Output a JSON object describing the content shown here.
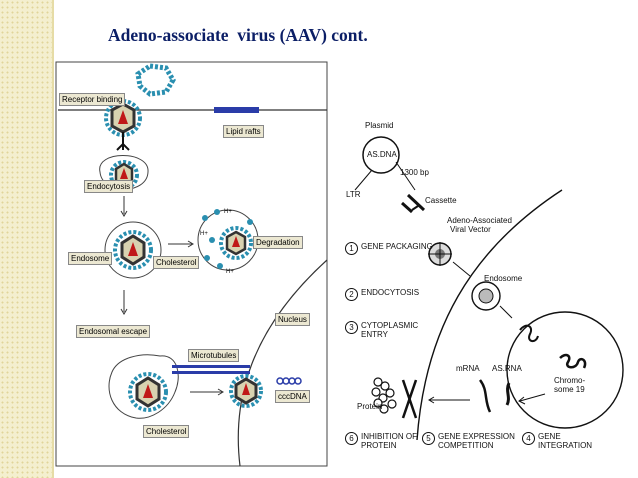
{
  "slide": {
    "title": "Adeno-associate  virus (AAV) cont."
  },
  "left_panel": {
    "labels": {
      "receptor_binding": "Receptor binding",
      "lipid_rafts": "Lipid rafts",
      "endocytosis": "Endocytosis",
      "degradation": "Degradation",
      "endosome": "Endosome",
      "cholesterol_top": "Cholesterol",
      "endosomal_escape": "Endosomal escape",
      "nucleus": "Nucleus",
      "microtubules": "Microtubules",
      "cccdna": "cccDNA",
      "cholesterol_bottom": "Cholesterol",
      "h_plus": "H+"
    }
  },
  "right_panel": {
    "labels": {
      "plasmid": "Plasmid",
      "as_dna": "AS.DNA",
      "bp": "1300 bp",
      "ltr": "LTR",
      "cassette": "Cassette",
      "vector_line1": "Adeno-Associated",
      "vector_line2": "Viral Vector",
      "endosome": "Endosome",
      "mrna": "mRNA",
      "as_rna": "AS.RNA",
      "chromosome_line1": "Chromo-",
      "chromosome_line2": "some 19",
      "protein": "Protein"
    },
    "steps": [
      {
        "num": "1",
        "line1": "GENE PACKAGING",
        "line2": ""
      },
      {
        "num": "2",
        "line1": "ENDOCYTOSIS",
        "line2": ""
      },
      {
        "num": "3",
        "line1": "CYTOPLASMIC",
        "line2": "ENTRY"
      },
      {
        "num": "4",
        "line1": "GENE",
        "line2": "INTEGRATION"
      },
      {
        "num": "5",
        "line1": "GENE EXPRESSION",
        "line2": "COMPETITION"
      },
      {
        "num": "6",
        "line1": "INHIBITION OF",
        "line2": "PROTEIN"
      }
    ]
  }
}
